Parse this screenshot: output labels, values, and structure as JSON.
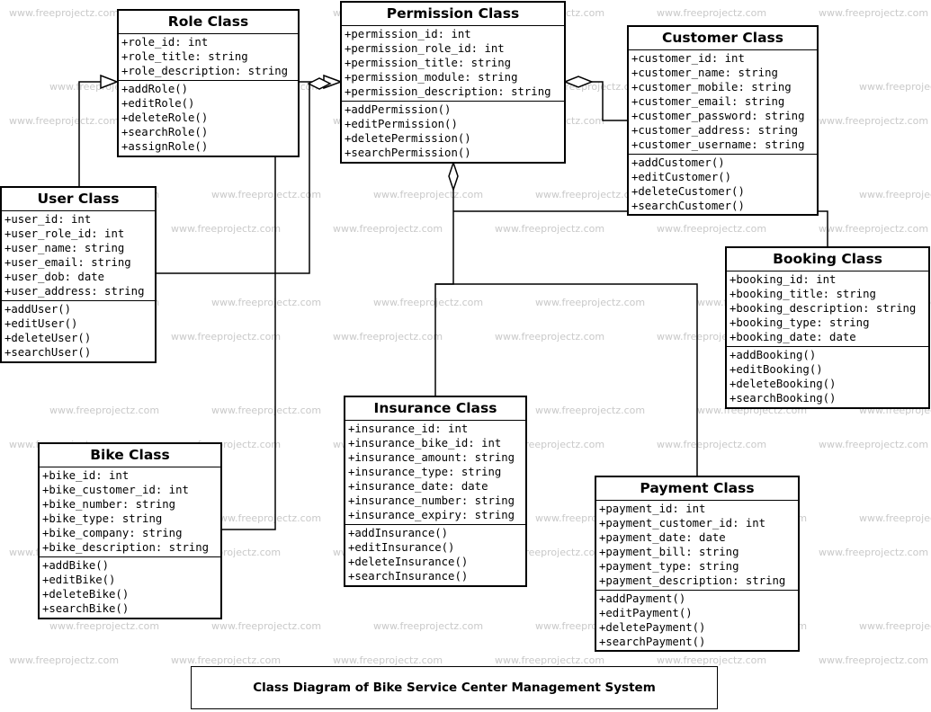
{
  "watermark": "www.freeprojectz.com",
  "classes": {
    "role": {
      "title": "Role Class",
      "attributes": [
        "+role_id: int",
        "+role_title: string",
        "+role_description: string"
      ],
      "methods": [
        "+addRole()",
        "+editRole()",
        "+deleteRole()",
        "+searchRole()",
        "+assignRole()"
      ]
    },
    "permission": {
      "title": "Permission Class",
      "attributes": [
        "+permission_id: int",
        "+permission_role_id: int",
        "+permission_title: string",
        "+permission_module: string",
        "+permission_description: string"
      ],
      "methods": [
        "+addPermission()",
        "+editPermission()",
        "+deletePermission()",
        "+searchPermission()"
      ]
    },
    "customer": {
      "title": "Customer Class",
      "attributes": [
        "+customer_id: int",
        "+customer_name: string",
        "+customer_mobile: string",
        "+customer_email: string",
        "+customer_password: string",
        "+customer_address: string",
        "+customer_username: string"
      ],
      "methods": [
        "+addCustomer()",
        "+editCustomer()",
        "+deleteCustomer()",
        "+searchCustomer()"
      ]
    },
    "user": {
      "title": "User Class",
      "attributes": [
        "+user_id: int",
        "+user_role_id: int",
        "+user_name: string",
        "+user_email: string",
        "+user_dob: date",
        "+user_address: string"
      ],
      "methods": [
        "+addUser()",
        "+editUser()",
        "+deleteUser()",
        "+searchUser()"
      ]
    },
    "booking": {
      "title": "Booking Class",
      "attributes": [
        "+booking_id: int",
        "+booking_title: string",
        "+booking_description: string",
        "+booking_type: string",
        "+booking_date: date"
      ],
      "methods": [
        "+addBooking()",
        "+editBooking()",
        "+deleteBooking()",
        "+searchBooking()"
      ]
    },
    "insurance": {
      "title": "Insurance Class",
      "attributes": [
        "+insurance_id: int",
        "+insurance_bike_id: int",
        "+insurance_amount: string",
        "+insurance_type: string",
        "+insurance_date: date",
        "+insurance_number: string",
        "+insurance_expiry: string"
      ],
      "methods": [
        "+addInsurance()",
        "+editInsurance()",
        "+deleteInsurance()",
        "+searchInsurance()"
      ]
    },
    "bike": {
      "title": "Bike Class",
      "attributes": [
        "+bike_id: int",
        "+bike_customer_id: int",
        "+bike_number: string",
        "+bike_type: string",
        "+bike_company: string",
        "+bike_description: string"
      ],
      "methods": [
        "+addBike()",
        "+editBike()",
        "+deleteBike()",
        "+searchBike()"
      ]
    },
    "payment": {
      "title": "Payment Class",
      "attributes": [
        "+payment_id: int",
        "+payment_customer_id: int",
        "+payment_date: date",
        "+payment_bill: string",
        "+payment_type: string",
        "+payment_description: string"
      ],
      "methods": [
        "+addPayment()",
        "+editPayment()",
        "+deletePayment()",
        "+searchPayment()"
      ]
    }
  },
  "caption": "Class Diagram of Bike Service Center Management System"
}
